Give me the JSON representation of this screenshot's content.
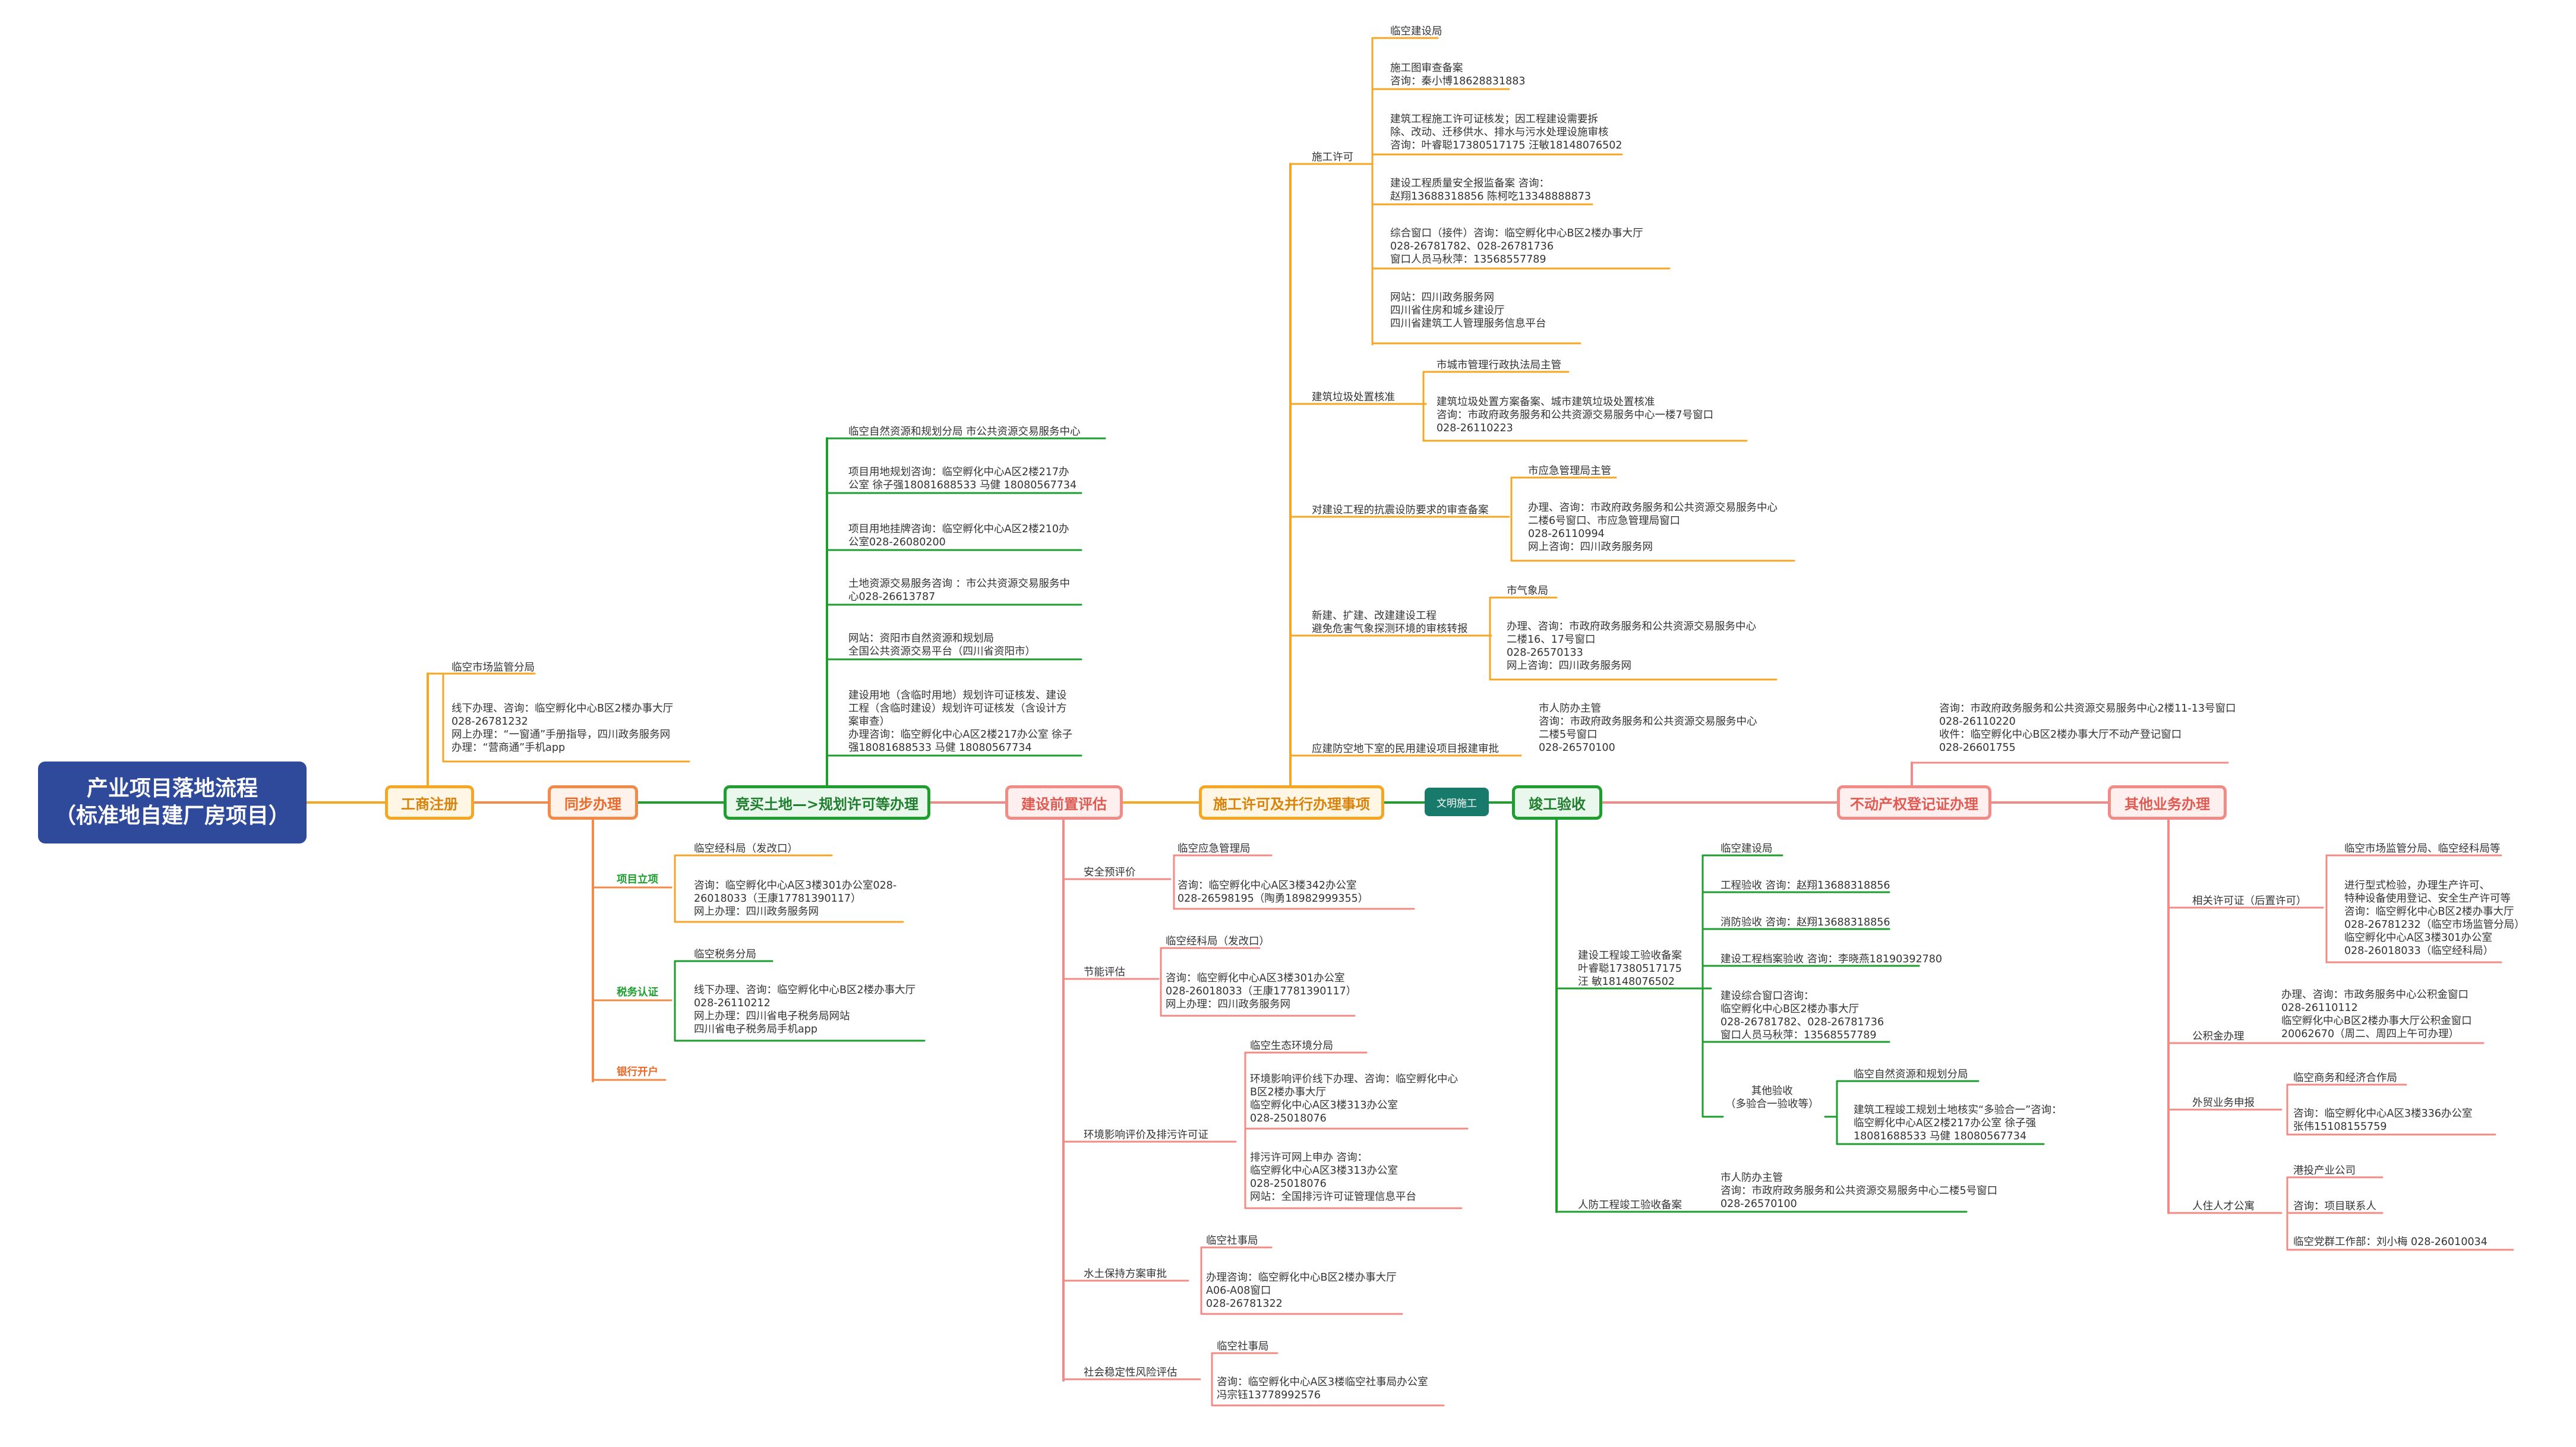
{
  "root": {
    "line1": "产业项目落地流程",
    "line2": "（标准地自建厂房项目）"
  },
  "colors": {
    "root": "#2f4a9b",
    "orange": "#f5a623",
    "green": "#1e9e2e",
    "pink": "#f08b85",
    "teal": "#177a6b"
  },
  "branches": {
    "gongshang": {
      "title": "工商注册",
      "n1": "临空市场监管分局",
      "n2": [
        "线下办理、咨询：临空孵化中心B区2楼办事大厅",
        "028-26781232",
        "网上办理：“一窗通”手册指导，四川政务服务网",
        "办理：“营商通”手机app"
      ]
    },
    "tongbu": {
      "title": "同步办理",
      "xiangmu": "项目立项",
      "xiangmu_n1": "临空经科局（发改口）",
      "xiangmu_n2": [
        "咨询：临空孵化中心A区3楼301办公室028-",
        "26018033（王康17781390117）",
        "网上办理：四川政务服务网"
      ],
      "shuiwu": "税务认证",
      "shuiwu_n1": "临空税务分局",
      "shuiwu_n2": [
        "线下办理、咨询：临空孵化中心B区2楼办事大厅",
        "028-26110212",
        "网上办理：四川省电子税务局网站",
        "四川省电子税务局手机app"
      ],
      "yinhang": "银行开户"
    },
    "jingmai": {
      "title": "竞买土地—>规划许可等办理",
      "items": [
        [
          "临空自然资源和规划分局     市公共资源交易服务中心"
        ],
        [
          "项目用地规划咨询：临空孵化中心A区2楼217办",
          "公室 徐子强18081688533  马健 18080567734"
        ],
        [
          "项目用地挂牌咨询：临空孵化中心A区2楼210办",
          "公室028-26080200"
        ],
        [
          "土地资源交易服务咨询 ：市公共资源交易服务中",
          "心028-26613787"
        ],
        [
          "网站：资阳市自然资源和规划局",
          "全国公共资源交易平台（四川省资阳市）"
        ],
        [
          "建设用地（含临时用地）规划许可证核发、建设",
          "工程（含临时建设）规划许可证核发（含设计方",
          "案审查）",
          "办理咨询：临空孵化中心A区2楼217办公室 徐子",
          "强18081688533  马健 18080567734"
        ]
      ]
    },
    "pinggu": {
      "title": "建设前置评估",
      "anquan": "安全预评价",
      "anquan_n1": "临空应急管理局",
      "anquan_n2": [
        "咨询：临空孵化中心A区3楼342办公室",
        "028-26598195（陶勇18982999355）"
      ],
      "jieneng": "节能评估",
      "jieneng_n1": "临空经科局（发改口）",
      "jieneng_n2": [
        "咨询：临空孵化中心A区3楼301办公室",
        "028-26018033（王康17781390117）",
        "网上办理：四川政务服务网"
      ],
      "huanjing": "环境影响评价及排污许可证",
      "huanjing_n1": "临空生态环境分局",
      "huanjing_n2": [
        "环境影响评价线下办理、咨询：临空孵化中心",
        "B区2楼办事大厅",
        "临空孵化中心A区3楼313办公室",
        "028-25018076"
      ],
      "huanjing_n3": [
        "排污许可网上申办 咨询：",
        "临空孵化中心A区3楼313办公室",
        "028-25018076",
        "网站：全国排污许可证管理信息平台"
      ],
      "shuitu": "水土保持方案审批",
      "shuitu_n1": "临空社事局",
      "shuitu_n2": [
        "办理咨询：临空孵化中心B区2楼办事大厅",
        "A06-A08窗口",
        "028-26781322"
      ],
      "shehui": "社会稳定性风险评估",
      "shehui_n1": "临空社事局",
      "shehui_n2": [
        "咨询：临空孵化中心A区3楼临空社事局办公室",
        "冯宗钰13778992576"
      ]
    },
    "shigong": {
      "title": "施工许可及并行办理事项",
      "xuke": "施工许可",
      "xuke_items": [
        [
          "临空建设局"
        ],
        [
          "施工图审查备案",
          "咨询：秦小博18628831883"
        ],
        [
          "建筑工程施工许可证核发；因工程建设需要拆",
          "除、改动、迁移供水、排水与污水处理设施审核",
          "咨询：叶睿聪17380517175 汪敏18148076502"
        ],
        [
          "建设工程质量安全报监备案 咨询：",
          "赵翔13688318856    陈柯吃13348888873"
        ],
        [
          "综合窗口（接件）咨询：临空孵化中心B区2楼办事大厅",
          "028-26781782、028-26781736",
          "窗口人员马秋萍：13568557789"
        ],
        [
          "网站：四川政务服务网",
          "四川省住房和城乡建设厅",
          "四川省建筑工人管理服务信息平台"
        ]
      ],
      "laji": "建筑垃圾处置核准",
      "laji_n1": "市城市管理行政执法局主管",
      "laji_n2": [
        "建筑垃圾处置方案备案、城市建筑垃圾处置核准",
        "咨询：市政府政务服务和公共资源交易服务中心一楼7号窗口",
        "028-26110223"
      ],
      "kangzhen": "对建设工程的抗震设防要求的审查备案",
      "kangzhen_n1": "市应急管理局主管",
      "kangzhen_n2": [
        "办理、咨询：市政府政务服务和公共资源交易服务中心",
        "二楼6号窗口、市应急管理局窗口",
        "028-26110994",
        "网上咨询：四川政务服务网"
      ],
      "qixiang": [
        "新建、扩建、改建建设工程",
        "避免危害气象探测环境的审核转报"
      ],
      "qixiang_n1": "市气象局",
      "qixiang_n2": [
        "办理、咨询：市政府政务服务和公共资源交易服务中心",
        "二楼16、17号窗口",
        "028-26570133",
        "网上咨询：四川政务服务网"
      ],
      "renfang": "应建防空地下室的民用建设项目报建审批",
      "renfang_n1": [
        "市人防办主管",
        "咨询：市政府政务服务和公共资源交易服务中心",
        "二楼5号窗口",
        "028-26570100"
      ]
    },
    "wenming": {
      "title": "文明施工"
    },
    "jungong": {
      "title": "竣工验收",
      "beian": [
        "建设工程竣工验收备案",
        "叶睿聪17380517175",
        "汪  敏18148076502"
      ],
      "beian_items": [
        [
          "临空建设局"
        ],
        [
          "工程验收 咨询：赵翔13688318856"
        ],
        [
          "消防验收 咨询：赵翔13688318856"
        ],
        [
          "建设工程档案验收 咨询：李晓燕18190392780"
        ],
        [
          "建设综合窗口咨询：",
          "临空孵化中心B区2楼办事大厅",
          "028-26781782、028-26781736",
          "窗口人员马秋萍：13568557789"
        ]
      ],
      "qita": [
        "其他验收",
        "（多验合一验收等）"
      ],
      "qita_n1": "临空自然资源和规划分局",
      "qita_n2": [
        "建筑工程竣工规划土地核实“多验合一”咨询：",
        "临空孵化中心A区2楼217办公室 徐子强",
        "18081688533  马健 18080567734"
      ],
      "renfang": "人防工程竣工验收备案",
      "renfang_n1": [
        "市人防办主管",
        "咨询：市政府政务服务和公共资源交易服务中心二楼5号窗口",
        "028-26570100"
      ]
    },
    "budongchan": {
      "title": "不动产权登记证办理",
      "n1": [
        "咨询：市政府政务服务和公共资源交易服务中心2楼11-13号窗口",
        "028-26110220",
        "收件：临空孵化中心B区2楼办事大厅不动产登记窗口",
        "028-26601755"
      ]
    },
    "qita": {
      "title": "其他业务办理",
      "xiangguan": "相关许可证（后置许可）",
      "xiangguan_n1": "临空市场监管分局、临空经科局等",
      "xiangguan_n2": [
        "进行型式检验，办理生产许可、",
        "特种设备使用登记、安全生产许可等",
        "咨询：临空孵化中心B区2楼办事大厅",
        "028-26781232（临空市场监管分局）",
        "临空孵化中心A区3楼301办公室",
        "028-26018033（临空经科局）"
      ],
      "gongjijin": "公积金办理",
      "gongjijin_n1": [
        "办理、咨询：市政务服务中心公积金窗口",
        "028-26110112",
        "临空孵化中心B区2楼办事大厅公积金窗口",
        "20062670（周二、周四上午可办理）"
      ],
      "waimao": "外贸业务申报",
      "waimao_n1": "临空商务和经济合作局",
      "waimao_n2": [
        "咨询：临空孵化中心A区3楼336办公室",
        "张伟15108155759"
      ],
      "rencai": "人住人才公寓",
      "rencai_n1": "港投产业公司",
      "rencai_n2": "咨询：项目联系人",
      "rencai_n3": "临空党群工作部：刘小梅  028-26010034"
    }
  }
}
